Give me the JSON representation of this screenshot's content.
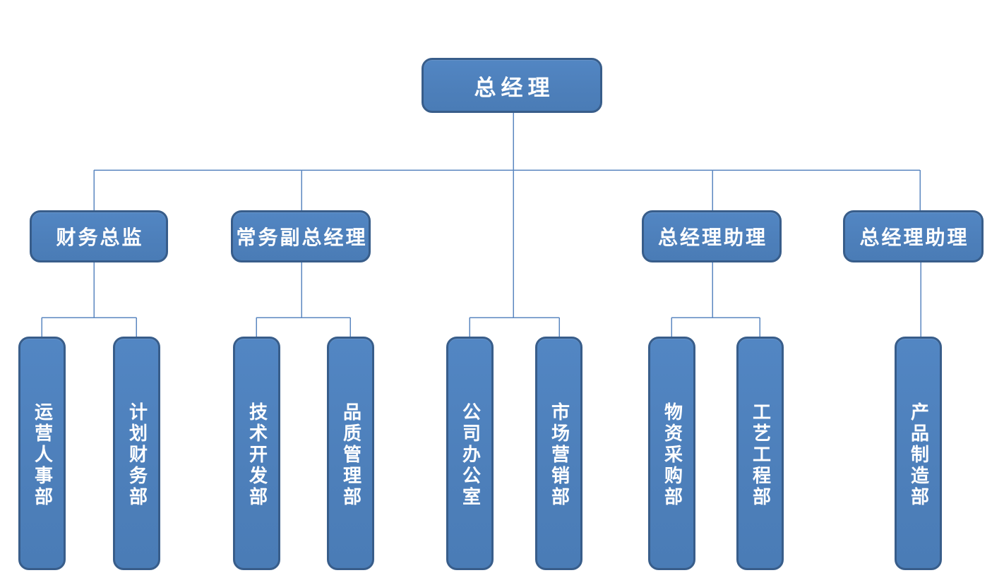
{
  "org_chart": {
    "root": {
      "label": "总经理"
    },
    "level2": [
      {
        "label": "财务总监"
      },
      {
        "label": "常务副总经理"
      },
      {
        "label": "总经理助理"
      },
      {
        "label": "总经理助理"
      }
    ],
    "level3": [
      {
        "label": "运营人事部"
      },
      {
        "label": "计划财务部"
      },
      {
        "label": "技术开发部"
      },
      {
        "label": "品质管理部"
      },
      {
        "label": "公司办公室"
      },
      {
        "label": "市场营销部"
      },
      {
        "label": "物资采购部"
      },
      {
        "label": "工艺工程部"
      },
      {
        "label": "产品制造部"
      }
    ],
    "colors": {
      "node_fill": "#4f81bd",
      "node_border": "#385d8a",
      "connector_line": "#5b87c0",
      "label_text": "#ffffff",
      "background": "#ffffff"
    }
  }
}
